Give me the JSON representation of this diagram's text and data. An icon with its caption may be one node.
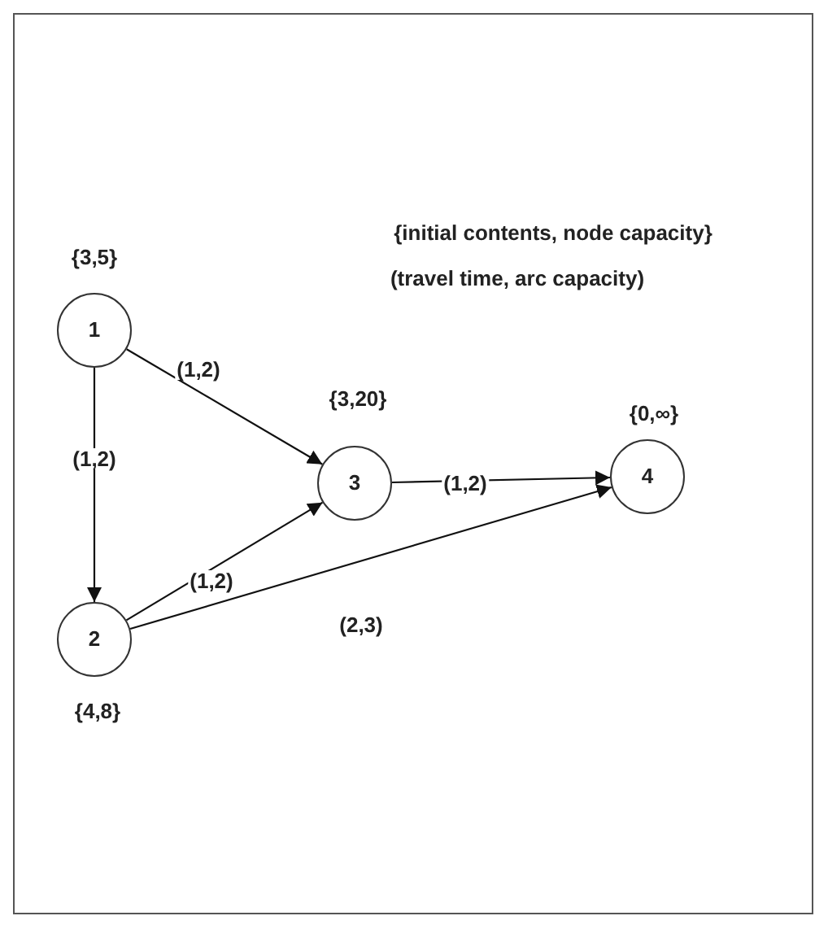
{
  "diagram": {
    "nodes": [
      {
        "text": [
          "1"
        ],
        "beside": [
          "{3,5}"
        ]
      },
      {
        "text": [
          "2"
        ],
        "beside": [
          "{4,8}"
        ]
      },
      {
        "text": [
          "3"
        ],
        "beside": [
          "{3,20}"
        ]
      },
      {
        "text": [
          "4"
        ],
        "beside": [
          "{0,∞}"
        ]
      }
    ],
    "edges": [
      {
        "from": 0,
        "to": 2,
        "arrow": "to",
        "label": "(1,2)"
      },
      {
        "from": 0,
        "to": 1,
        "arrow": "to",
        "label": "(1,2)"
      },
      {
        "from": 1,
        "to": 2,
        "arrow": "to",
        "label": "(1,2)"
      },
      {
        "from": 2,
        "to": 3,
        "arrow": "to",
        "label": "(1,2)"
      },
      {
        "from": 1,
        "to": 3,
        "arrow": "to",
        "label": "(2,3)"
      }
    ],
    "labels": [
      "{initial contents, node capacity}",
      "(travel time, arc capacity)"
    ]
  }
}
